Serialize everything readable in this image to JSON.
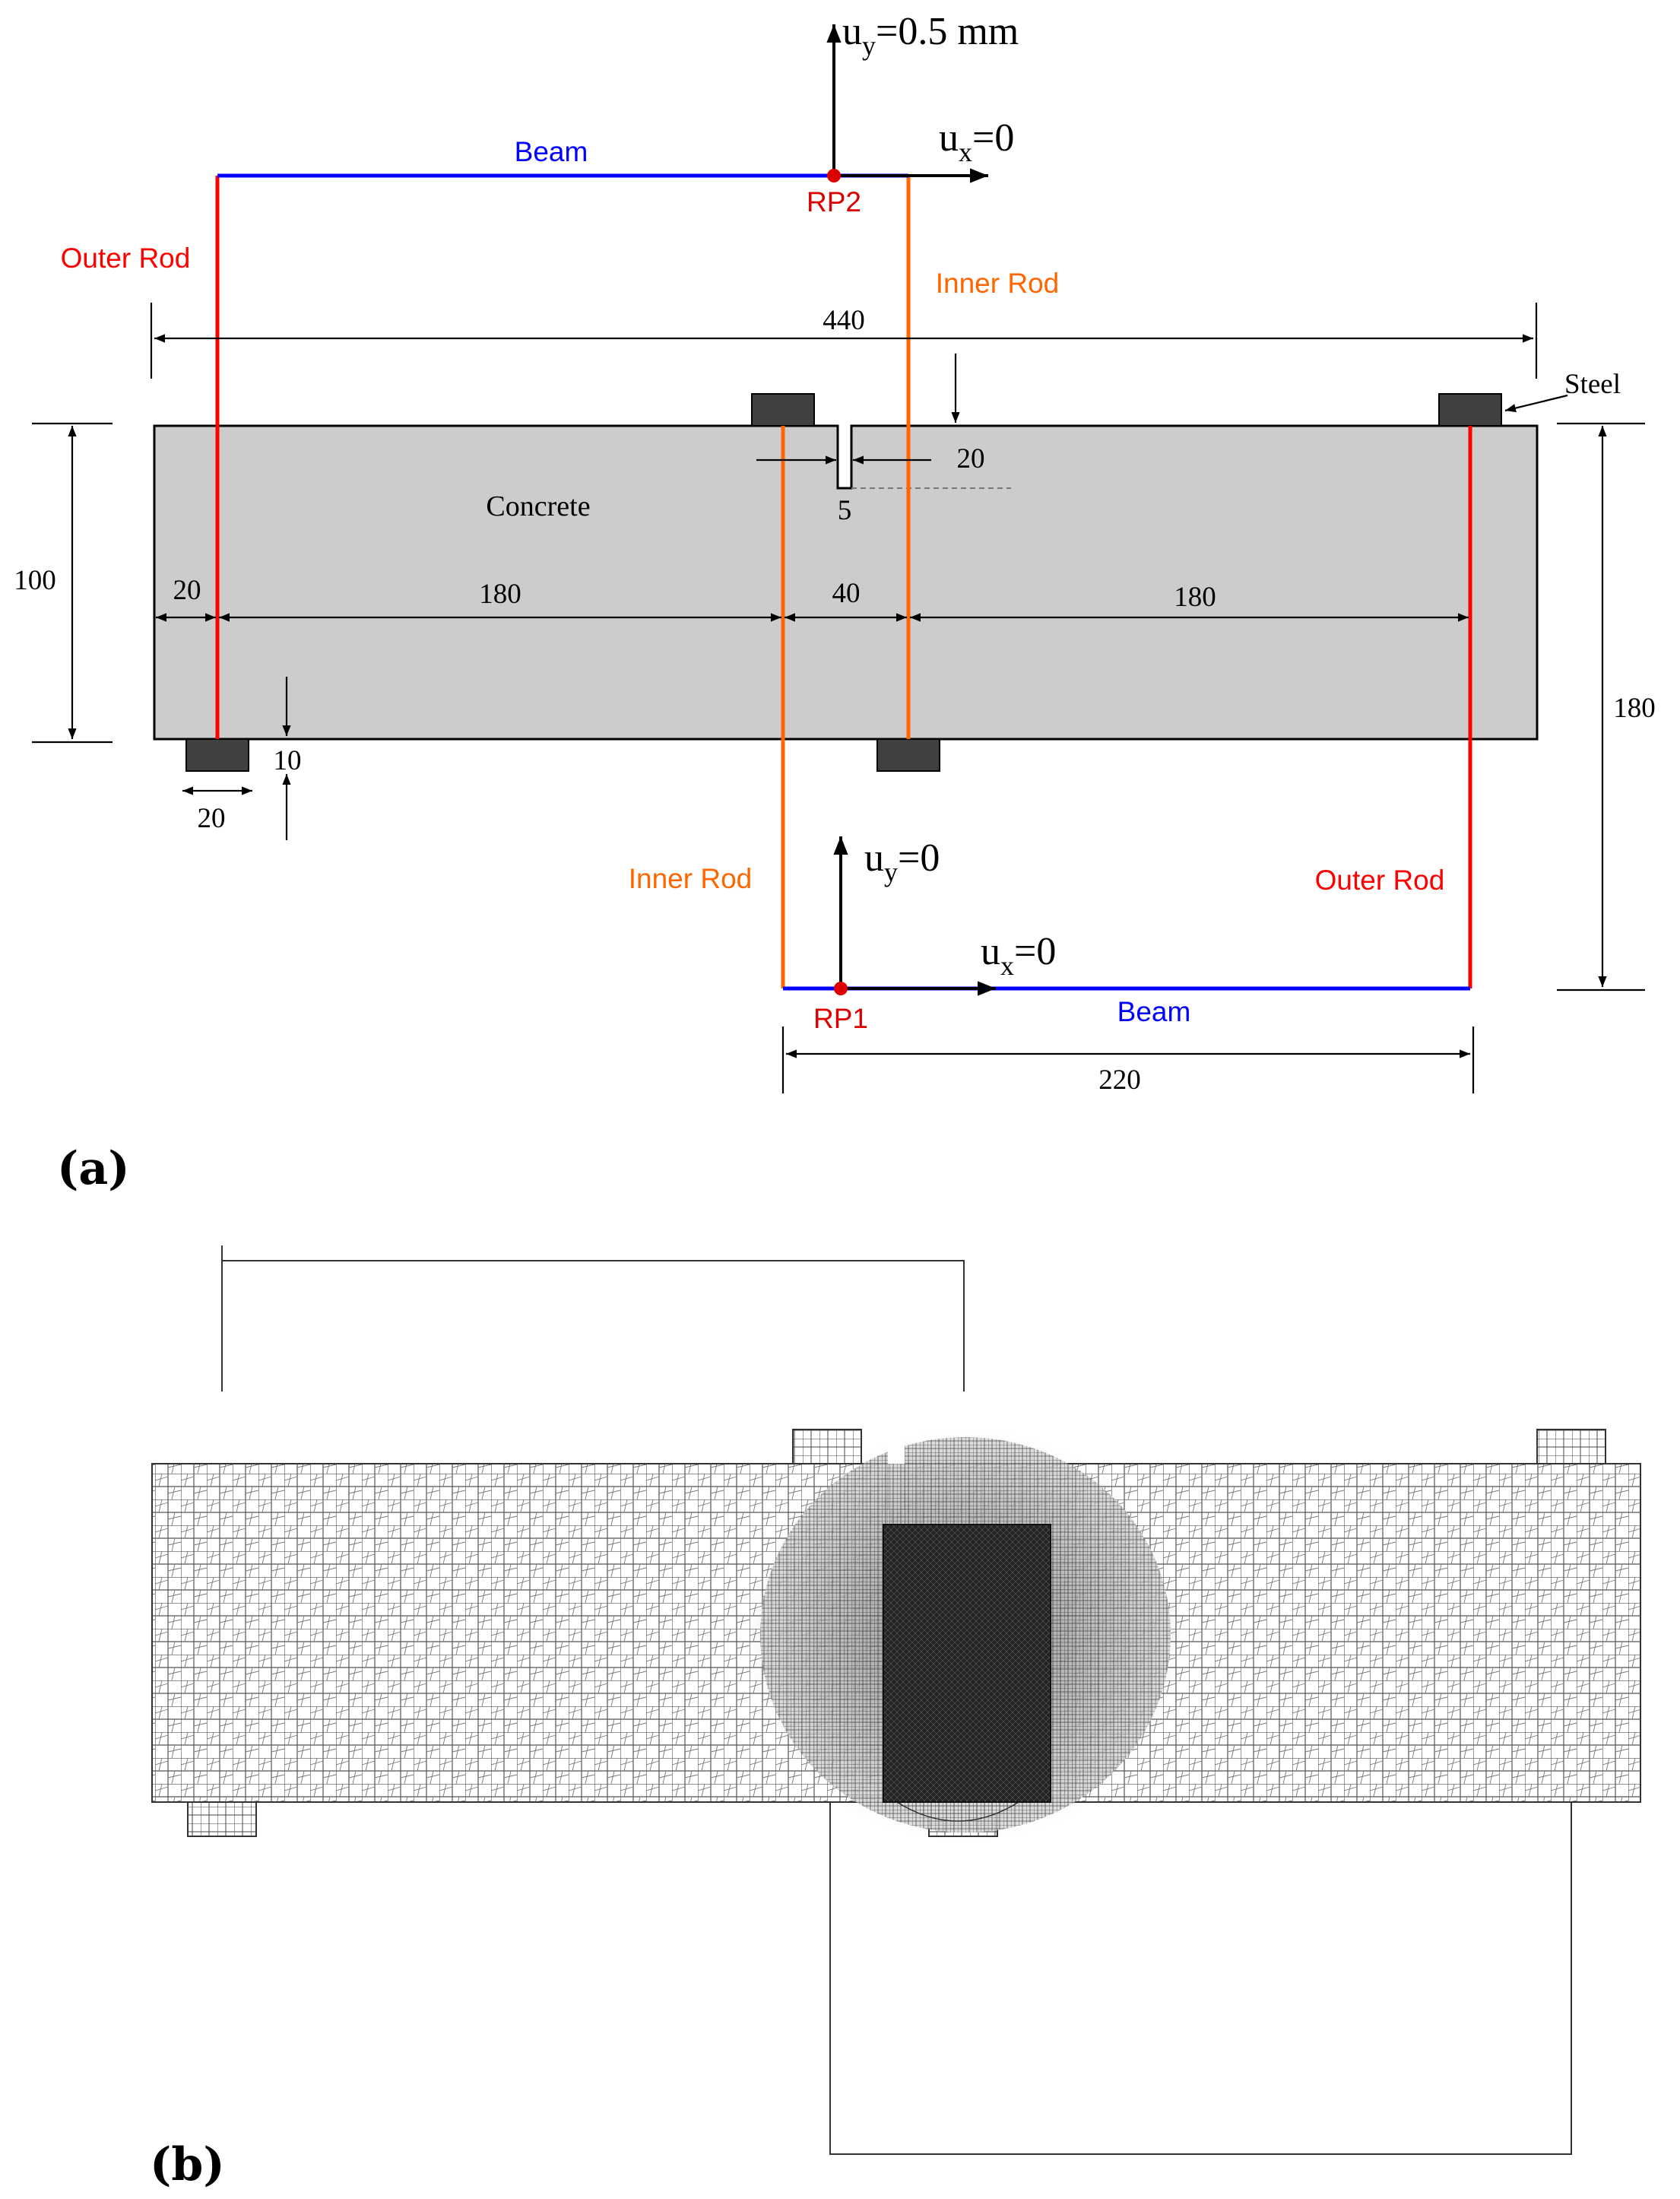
{
  "panel_a": {
    "label": "(a)",
    "labels": {
      "beam_top": "Beam",
      "beam_bottom": "Beam",
      "rp2": "RP2",
      "rp1": "RP1",
      "outer_rod_left": "Outer Rod",
      "outer_rod_right": "Outer Rod",
      "inner_rod_upper": "Inner Rod",
      "inner_rod_lower": "Inner Rod",
      "concrete": "Concrete",
      "steel": "Steel"
    },
    "boundary_conditions": {
      "rp2_uy": {
        "main": "u",
        "sub": "y",
        "rest": "=0.5 mm"
      },
      "rp2_ux": {
        "main": "u",
        "sub": "x",
        "rest": "=0"
      },
      "rp1_uy": {
        "main": "u",
        "sub": "y",
        "rest": "=0"
      },
      "rp1_ux": {
        "main": "u",
        "sub": "x",
        "rest": "=0"
      }
    },
    "dimensions": {
      "total_length": "440",
      "height": "100",
      "offset_left": "20",
      "span_left": "180",
      "span_middle": "40",
      "span_right": "180",
      "notch_depth": "20",
      "notch_width": "5",
      "support_thickness": "10",
      "support_width": "20",
      "frame_height": "180",
      "lower_beam_length": "220"
    },
    "colors": {
      "beam": "#0000ff",
      "outer_rod": "#ff0000",
      "inner_rod": "#ff6600",
      "reference_point": "#dd0000",
      "concrete": "#cccccc",
      "steel": "#404040"
    }
  },
  "panel_b": {
    "label": "(b)",
    "mesh_description_icon": "finite-element-mesh"
  }
}
